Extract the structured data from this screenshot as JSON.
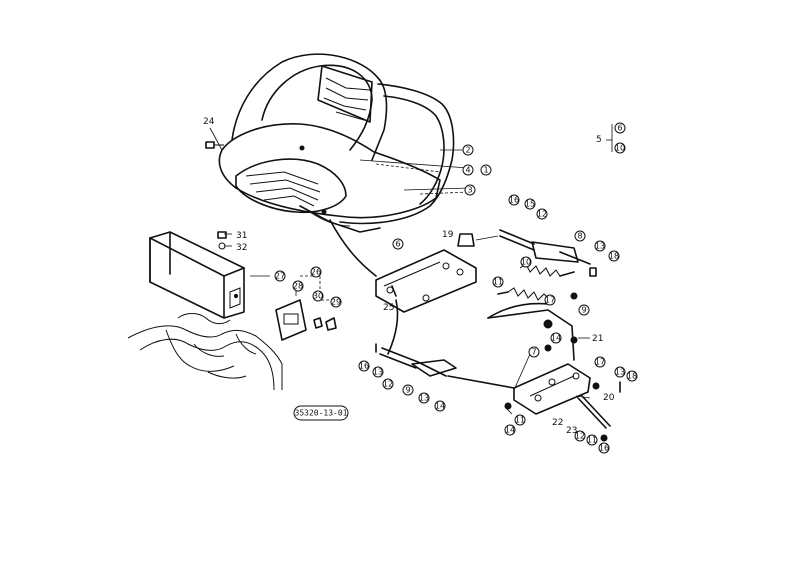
{
  "diagram": {
    "reference_code": "35320-13-01",
    "callouts": {
      "seat_cushion": "2",
      "seat_mount_left": "4",
      "seat_mount_right": "1",
      "seat_bottom": "3",
      "bolt_top_left": "24",
      "group_a": "5",
      "group_b_top": "6",
      "group_b_bottom": "10",
      "box_bolt": "31",
      "box_washer": "32",
      "bracket_box": "27",
      "plate_nut_a": "26",
      "plate_nut_b": "30",
      "plate_nut_c": "29",
      "plate_nut_d": "28",
      "knob": "19",
      "seat_frame": "6",
      "frame_bolt": "25",
      "link_pin_a": "16",
      "link_pin_b": "15",
      "link_rod": "12",
      "pivot_arm": "8",
      "pivot_pin_a": "13",
      "pivot_pin_b": "18",
      "spring_upper": "10",
      "spring_lower": "11",
      "bushing_a": "17",
      "bushing_b": "14",
      "washer_a": "9",
      "washer_b": "21",
      "lower_pin_a": "16",
      "lower_pin_b": "13",
      "lower_rod": "12",
      "lever": "9",
      "lever_bush_a": "13",
      "lever_bush_b": "14",
      "base_plate": "7",
      "base_bolt": "14",
      "base_nut": "11",
      "adj_pin": "17",
      "adj_nut_a": "13",
      "adj_nut_b": "18",
      "adj_bolt": "20",
      "adj_rod": "22",
      "adj_washer": "23",
      "adj_nut_c": "12",
      "adj_nut_d": "11",
      "adj_end": "16"
    }
  }
}
